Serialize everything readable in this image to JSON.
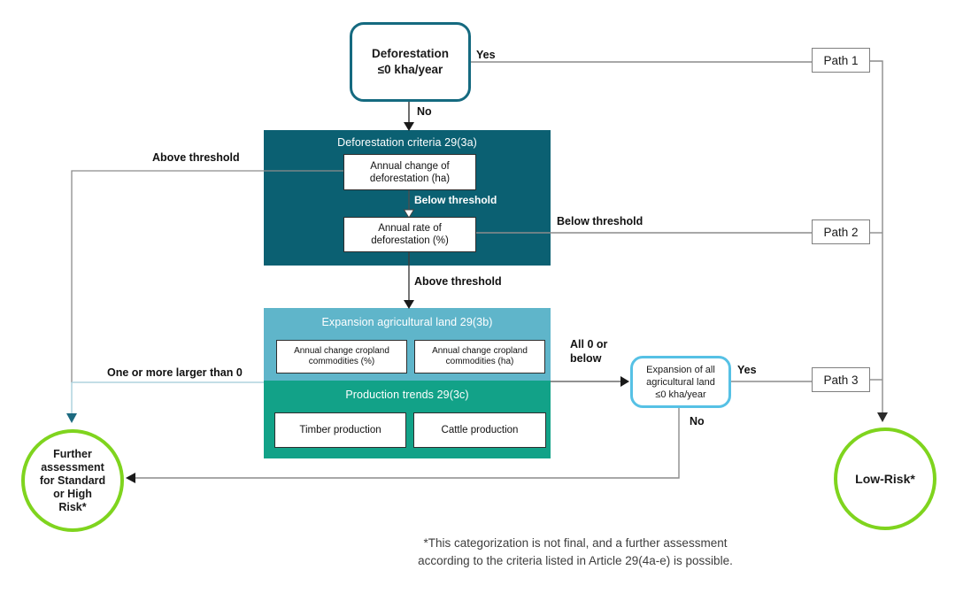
{
  "colors": {
    "teal_box": "#0B6072",
    "light_blue_box": "#5FB5CA",
    "green_box": "#12A288",
    "outcome_circle_border": "#7FD41E",
    "expansion_box_border": "#56C1E5",
    "start_box_border": "#156A80",
    "connector_gray": "#8C8C8C",
    "connector_light_blue": "#AFD3DE",
    "arrow_teal": "#1C6A80"
  },
  "start_box": {
    "line1": "Deforestation",
    "line2": "≤0 kha/year"
  },
  "edge_labels": {
    "yes_top": "Yes",
    "no_top": "No",
    "above_threshold_left": "Above threshold",
    "below_threshold_inner": "Below threshold",
    "below_threshold_right": "Below threshold",
    "above_threshold_mid": "Above threshold",
    "one_or_more": "One or more larger than 0",
    "all_zero_line1": "All 0 or",
    "all_zero_line2": "below",
    "yes_expansion": "Yes",
    "no_expansion": "No"
  },
  "criteria_3a": {
    "title": "Deforestation criteria 29(3a)",
    "box_change": {
      "line1": "Annual change of",
      "line2": "deforestation (ha)"
    },
    "box_rate": {
      "line1": "Annual rate of",
      "line2": "deforestation (%)"
    }
  },
  "expansion_3b": {
    "title": "Expansion agricultural land 29(3b)",
    "box_pct": {
      "line1": "Annual change cropland",
      "line2": "commodities (%)"
    },
    "box_ha": {
      "line1": "Annual change cropland",
      "line2": "commodities (ha)"
    }
  },
  "production_3c": {
    "title": "Production trends 29(3c)",
    "box_timber": "Timber production",
    "box_cattle": "Cattle production"
  },
  "expansion_all_box": {
    "line1": "Expansion of all",
    "line2": "agricultural land",
    "line3": "≤0 kha/year"
  },
  "paths": {
    "path1": "Path 1",
    "path2": "Path 2",
    "path3": "Path 3"
  },
  "outcomes": {
    "further": {
      "line1": "Further",
      "line2": "assessment",
      "line3": "for Standard",
      "line4": "or High",
      "line5": "Risk*"
    },
    "low_risk": "Low-Risk*"
  },
  "footnote": {
    "line1": "*This categorization is not final, and a further assessment",
    "line2": "according to the criteria listed in Article 29(4a-e) is possible."
  }
}
